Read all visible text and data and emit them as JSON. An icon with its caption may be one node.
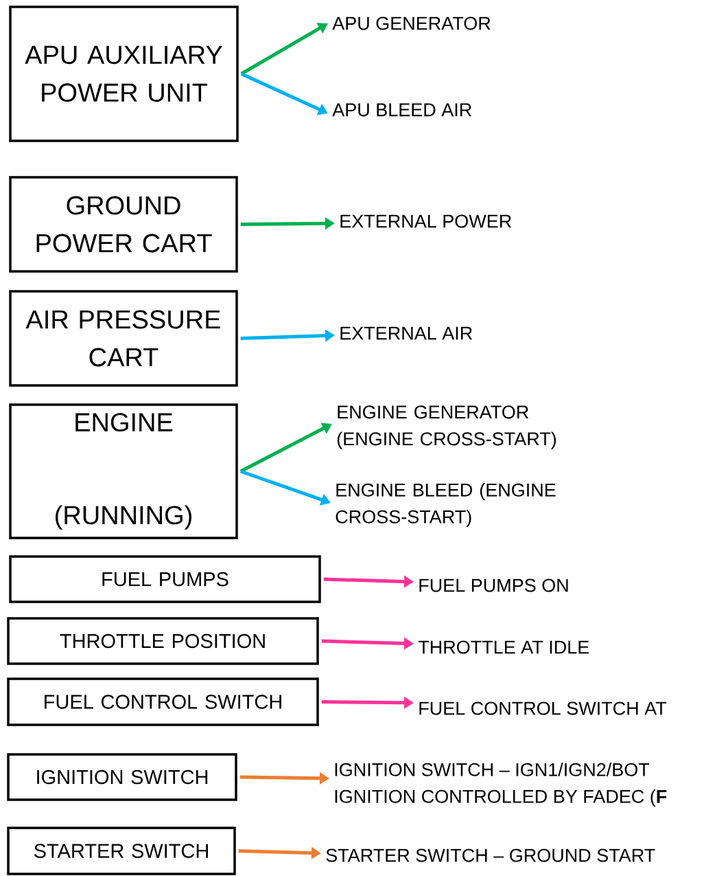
{
  "diagram": {
    "nodes": [
      {
        "text": [
          "APU AUXILIARY POWER UNIT"
        ]
      },
      {
        "text": [
          "GROUND POWER CART"
        ]
      },
      {
        "text": [
          "AIR PRESSURE CART"
        ]
      },
      {
        "text": [
          "ENGINE",
          "(RUNNING)"
        ]
      },
      {
        "text": [
          "FUEL PUMPS"
        ]
      },
      {
        "text": [
          "THROTTLE POSITION"
        ]
      },
      {
        "text": [
          "FUEL CONTROL SWITCH"
        ]
      },
      {
        "text": [
          "IGNITION SWITCH"
        ]
      },
      {
        "text": [
          "STARTER SWITCH"
        ]
      },
      {
        "text": [
          "APU GENERATOR"
        ]
      },
      {
        "text": [
          "APU BLEED AIR"
        ]
      },
      {
        "text": [
          "EXTERNAL POWER"
        ]
      },
      {
        "text": [
          "EXTERNAL AIR"
        ]
      },
      {
        "text": [
          "ENGINE GENERATOR (ENGINE CROSS-START)"
        ]
      },
      {
        "text": [
          "ENGINE BLEED (ENGINE CROSS-START)"
        ]
      },
      {
        "text": [
          "FUEL PUMPS ON"
        ]
      },
      {
        "text": [
          "THROTTLE AT IDLE"
        ]
      },
      {
        "text": [
          "FUEL CONTROL SWITCH AT"
        ]
      },
      {
        "text": [
          "IGNITION SWITCH – IGN1/IGN2/BOT",
          "IGNITION CONTROLLED BY FADEC (**F**"
        ]
      },
      {
        "text": [
          "STARTER SWITCH – GROUND START"
        ]
      }
    ],
    "edges": [
      {
        "from": 0,
        "to": 9,
        "arrow": "to",
        "color": "#00b050"
      },
      {
        "from": 0,
        "to": 10,
        "arrow": "to",
        "color": "#00b0f0"
      },
      {
        "from": 1,
        "to": 11,
        "arrow": "to",
        "color": "#00b050"
      },
      {
        "from": 2,
        "to": 12,
        "arrow": "to",
        "color": "#00b0f0"
      },
      {
        "from": 3,
        "to": 13,
        "arrow": "to",
        "color": "#00b050"
      },
      {
        "from": 3,
        "to": 14,
        "arrow": "to",
        "color": "#00b0f0"
      },
      {
        "from": 4,
        "to": 15,
        "arrow": "to",
        "color": "#ff3399"
      },
      {
        "from": 5,
        "to": 16,
        "arrow": "to",
        "color": "#ff3399"
      },
      {
        "from": 6,
        "to": 17,
        "arrow": "to",
        "color": "#ff3399"
      },
      {
        "from": 7,
        "to": 18,
        "arrow": "to",
        "color": "#ed7d31"
      },
      {
        "from": 8,
        "to": 19,
        "arrow": "to",
        "color": "#ed7d31"
      }
    ]
  }
}
